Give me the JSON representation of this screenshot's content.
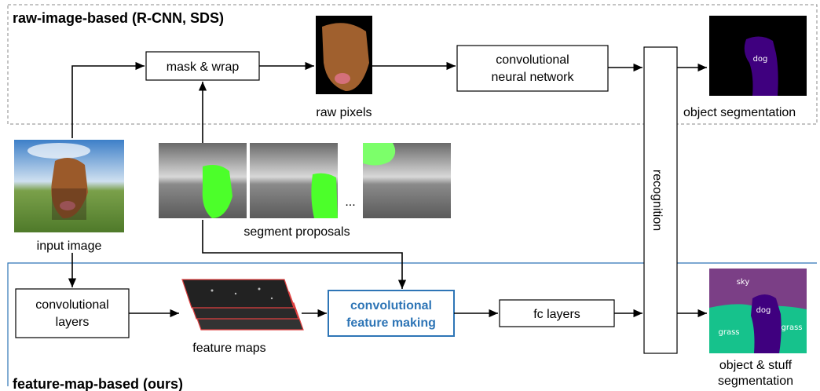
{
  "regions": {
    "top_title": "raw-image-based (R-CNN, SDS)",
    "bottom_title": "feature-map-based (ours)"
  },
  "boxes": {
    "mask_wrap": "mask & wrap",
    "cnn_line1": "convolutional",
    "cnn_line2": "neural network",
    "conv_layers_line1": "convolutional",
    "conv_layers_line2": "layers",
    "cfm_line1": "convolutional",
    "cfm_line2": "feature making",
    "fc_layers": "fc layers",
    "recognition": "recognition"
  },
  "captions": {
    "raw_pixels": "raw pixels",
    "input_image": "input image",
    "segment_proposals": "segment proposals",
    "ellipsis": "...",
    "feature_maps": "feature maps",
    "object_segmentation": "object segmentation",
    "object_stuff_line1": "object & stuff",
    "object_stuff_line2": "segmentation"
  },
  "segment_labels": {
    "dog_top": "dog",
    "sky": "sky",
    "dog_bottom": "dog",
    "grass_left": "grass",
    "grass_right": "grass"
  },
  "colors": {
    "highlight_blue": "#2e75b6",
    "proposal_green": "#4cff2a",
    "dog_purple": "#3f007f",
    "sky_purple": "#7b3f86",
    "grass_green": "#16c28c",
    "feature_map_border": "#e04040"
  }
}
